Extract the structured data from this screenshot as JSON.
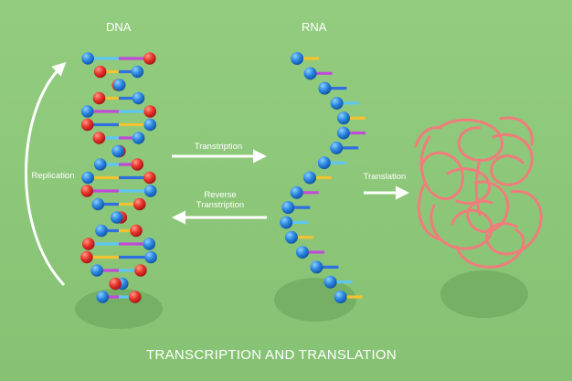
{
  "title": "TRANSCRIPTION AND TRANSLATION",
  "labels": {
    "dna": "DNA",
    "rna": "RNA",
    "transcription": "Transtription",
    "reverse_transcription_line1": "Reverse",
    "reverse_transcription_line2": "Transtription",
    "replication": "Replication",
    "translation": "Translation"
  },
  "colors": {
    "background": "#8dc87a",
    "nucleotide_blue": "#2a86e0",
    "nucleotide_red": "#e8332a",
    "base_cyan": "#5ec6f2",
    "base_yellow": "#f2c230",
    "base_magenta": "#c04bd8",
    "base_blue": "#2f6fe0",
    "protein": "#f07c7c",
    "arrow": "#ffffff"
  },
  "icons": {
    "dna": "double-helix",
    "rna": "single-strand-helix",
    "protein": "folded-protein-scribble"
  }
}
